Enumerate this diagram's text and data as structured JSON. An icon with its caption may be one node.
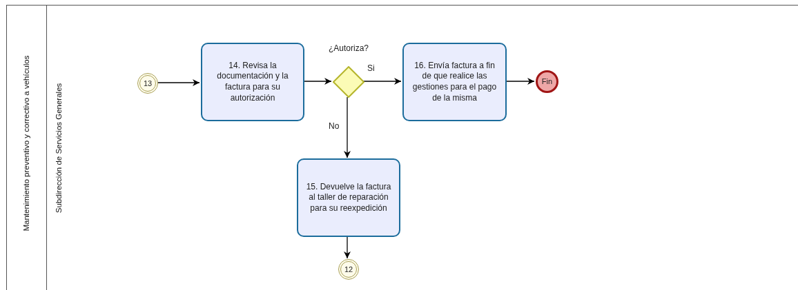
{
  "diagram": {
    "nodes": [
      {
        "text": [
          "Mantenimiento preventivo y correctivo a vehículos"
        ]
      },
      {
        "text": [
          "Subdirección de Servicios Generales"
        ],
        "in": 0
      },
      {
        "text": [
          "13"
        ],
        "in": 1
      },
      {
        "text": [
          "14. Revisa la documentación y la factura para su autorización"
        ],
        "in": 1
      },
      {
        "text": [
          "¿Autoriza?"
        ],
        "in": 1
      },
      {
        "text": [
          "16. Envía factura a fin de que realice las gestiones para el pago de la misma"
        ],
        "in": 1
      },
      {
        "text": [
          "Fin"
        ],
        "in": 1
      },
      {
        "text": [
          "15. Devuelve la factura al taller de reparación para su reexpedición"
        ],
        "in": 1
      },
      {
        "text": [
          "12"
        ],
        "in": 1
      }
    ],
    "edges": [
      {
        "from": 2,
        "to": 3,
        "arrow": "to"
      },
      {
        "from": 3,
        "to": 4,
        "arrow": "to"
      },
      {
        "from": 4,
        "to": 5,
        "arrow": "to",
        "label": "Si"
      },
      {
        "from": 5,
        "to": 6,
        "arrow": "to"
      },
      {
        "from": 4,
        "to": 7,
        "arrow": "to",
        "label": "No"
      },
      {
        "from": 7,
        "to": 8,
        "arrow": "to"
      }
    ]
  }
}
